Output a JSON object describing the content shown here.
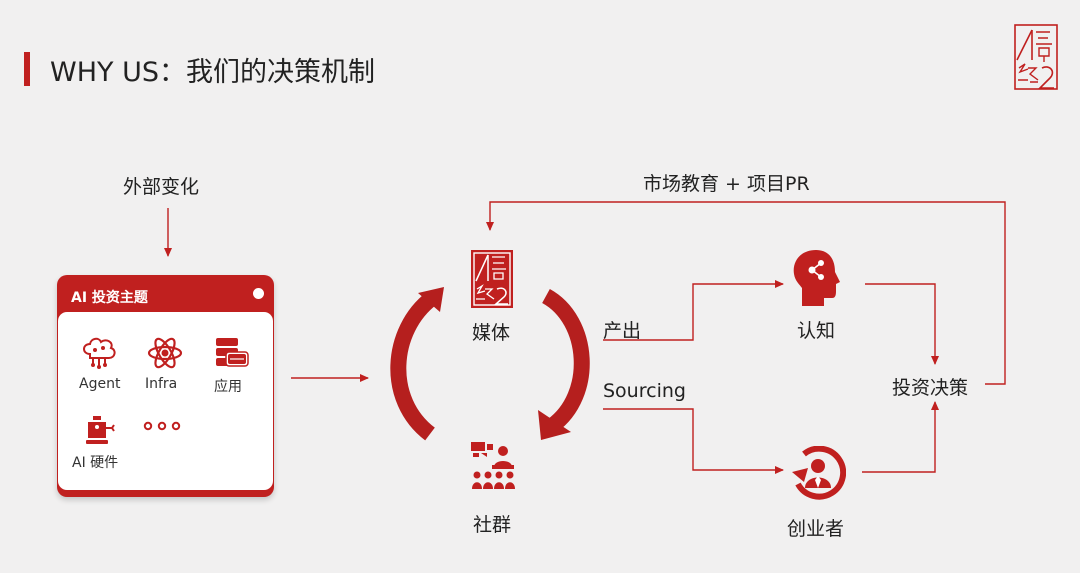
{
  "header": {
    "title": "WHY US：我们的决策机制"
  },
  "external_change": {
    "label": "外部变化"
  },
  "theme_card": {
    "title": "AI 投资主题",
    "items": [
      {
        "label": "Agent",
        "icon": "brain-circuit-icon"
      },
      {
        "label": "Infra",
        "icon": "atom-icon"
      },
      {
        "label": "应用",
        "icon": "saas-server-icon"
      },
      {
        "label": "AI 硬件",
        "icon": "robot-icon"
      }
    ],
    "more_icon": "more-dots-icon"
  },
  "cycle": {
    "media_label": "媒体",
    "community_label": "社群",
    "media_icon": "brand-logo-icon",
    "community_icon": "audience-icon"
  },
  "flows": {
    "output_label": "产出",
    "sourcing_label": "Sourcing",
    "cognition_label": "认知",
    "founder_label": "创业者",
    "decision_label": "投资决策",
    "feedback_label": "市场教育 + 项目PR"
  },
  "colors": {
    "accent": "#c0201f",
    "background": "#f1f0f0"
  }
}
